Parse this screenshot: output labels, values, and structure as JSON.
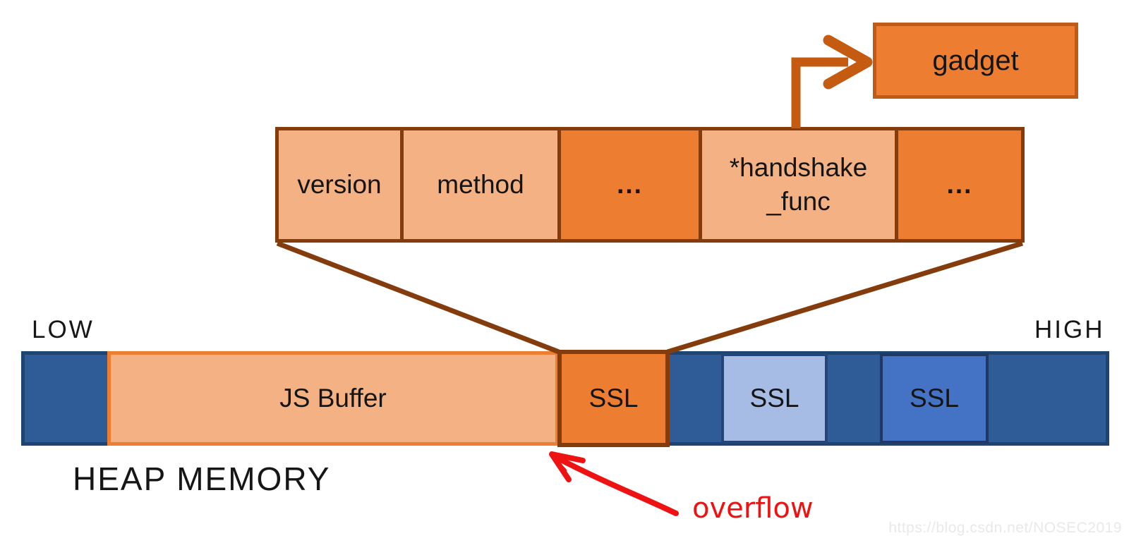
{
  "diagram": {
    "gadget_label": "gadget",
    "struct_cells": [
      {
        "label": "version",
        "tone": "light"
      },
      {
        "label": "method",
        "tone": "light"
      },
      {
        "label": "...",
        "tone": "dark"
      },
      {
        "label": "*handshake\n_func",
        "tone": "light"
      },
      {
        "label": "...",
        "tone": "dark"
      }
    ],
    "heap": {
      "low_label": "LOW",
      "high_label": "HIGH",
      "caption": "HEAP MEMORY",
      "segments": {
        "js_buffer": "JS Buffer",
        "ssl_overflowed": "SSL",
        "ssl_light": "SSL",
        "ssl_medium": "SSL"
      }
    },
    "annotation": "overflow",
    "watermark": "https://blog.csdn.net/NOSEC2019",
    "colors": {
      "orange": "#ED7D31",
      "orange_light": "#F4B183",
      "brown_border": "#843C0C",
      "brown_arrow": "#C55A11",
      "gadget_border": "#C05A18",
      "blue_dark": "#2F5B97",
      "blue_bar_border": "#1E4572",
      "blue_medium": "#4472C4",
      "blue_light": "#A7BCE4",
      "blue_navy_border": "#1F3864",
      "annotation_red": "#EE1212",
      "text": "#151515",
      "watermark_gray": "#E9E9E9"
    }
  }
}
